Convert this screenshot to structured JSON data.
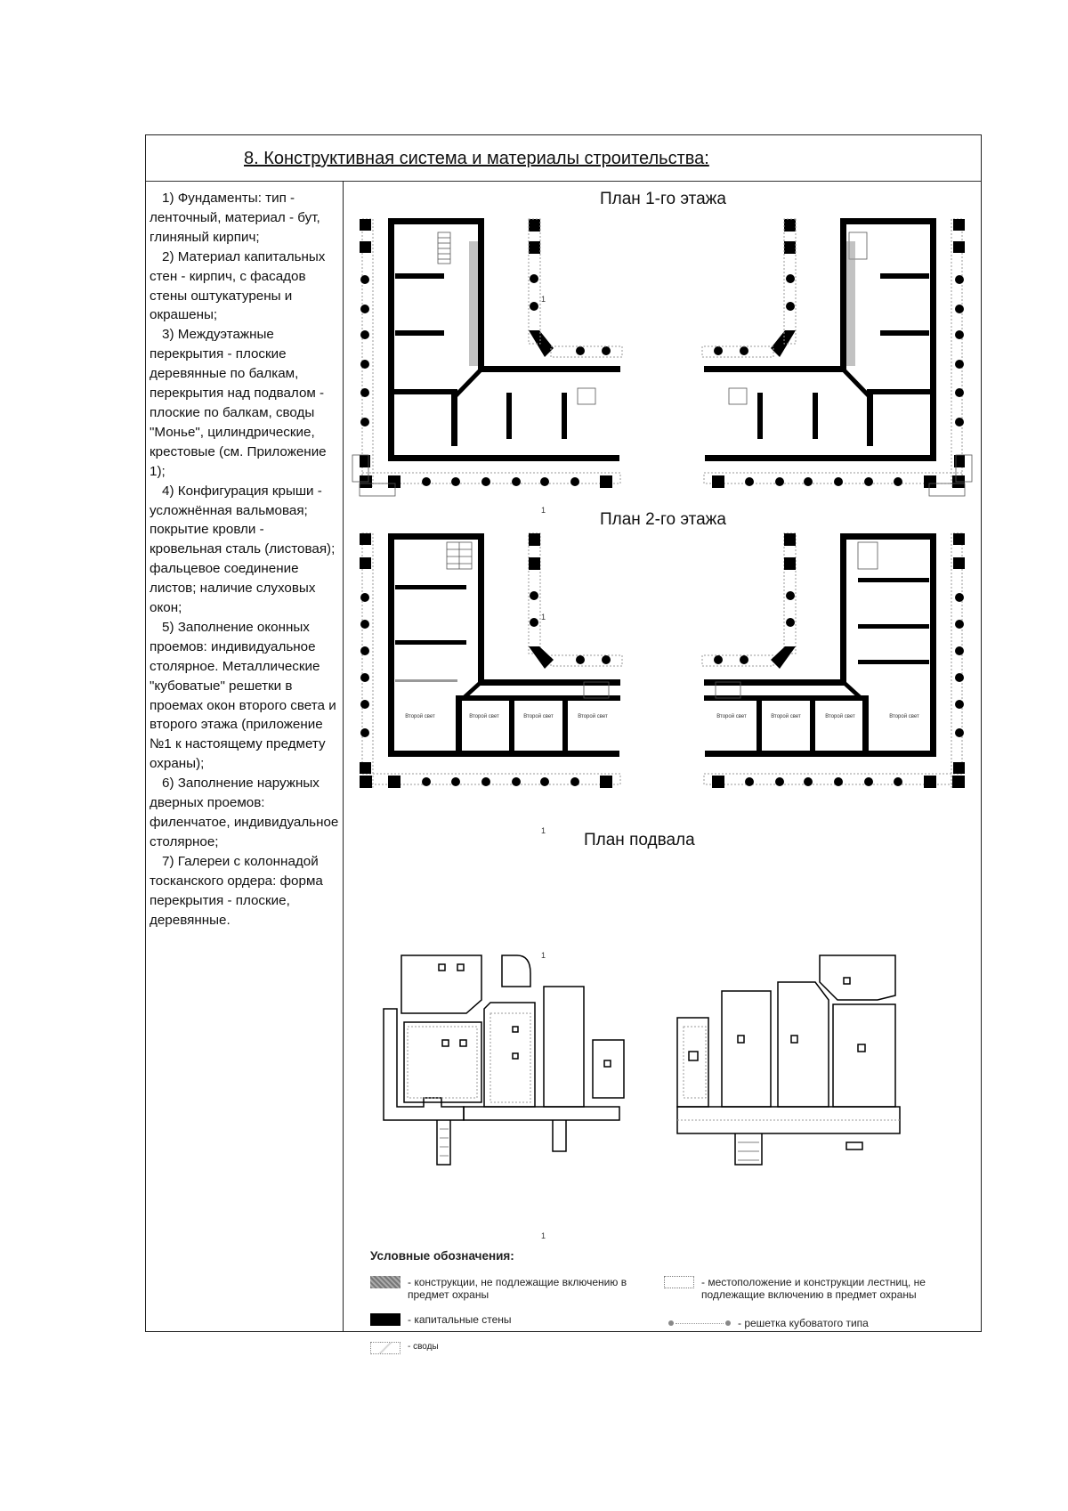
{
  "section": {
    "title": "8. Конструктивная система и материалы строительства:"
  },
  "left_column": {
    "paragraphs": [
      "1) Фундаменты: тип - ленточный, материал - бут, глиняный кирпич;",
      "2) Материал капитальных стен - кирпич, с фасадов стены оштукатурены и окрашены;",
      "3) Междуэтажные перекрытия - плоские деревянные по балкам, перекрытия над подвалом - плоские по балкам, своды \"Монье\", цилиндрические, крестовые (см. Приложение 1);",
      "4) Конфигурация крыши - усложнённая вальмовая; покрытие кровли - кровельная сталь (листовая); фальцевое соединение листов; наличие слуховых окон;",
      "5) Заполнение оконных проемов: индивидуальное столярное. Металлические \"кубоватые\" решетки в проемах окон второго света и второго этажа (приложение №1 к настоящему предмету охраны);",
      "6) Заполнение наружных дверных проемов: филенчатое, индивидуальное столярное;",
      "7) Галереи с колоннадой тосканского ордера: форма перекрытия - плоские, деревянные."
    ]
  },
  "plans": {
    "floor1_title": "План 1-го этажа",
    "floor2_title": "План 2-го этажа",
    "basement_title": "План подвала",
    "second_light_label": "Второй свет",
    "section_mark": "1"
  },
  "legend": {
    "title": "Условные обозначения:",
    "items": [
      {
        "swatch": "gray-hatch",
        "text": "- конструкции, не подлежащие включению в предмет охраны"
      },
      {
        "swatch": "outline",
        "text": "- местоположение и конструкции лестниц, не подлежащие включению в предмет охраны"
      },
      {
        "swatch": "black",
        "text": "- капитальные стены"
      },
      {
        "swatch": "dots-line",
        "text": "- решетка кубоватого типа"
      },
      {
        "swatch": "vault",
        "text": "- своды"
      }
    ]
  },
  "colors": {
    "wall": "#000000",
    "non_protected": "#999999",
    "border": "#222222"
  }
}
